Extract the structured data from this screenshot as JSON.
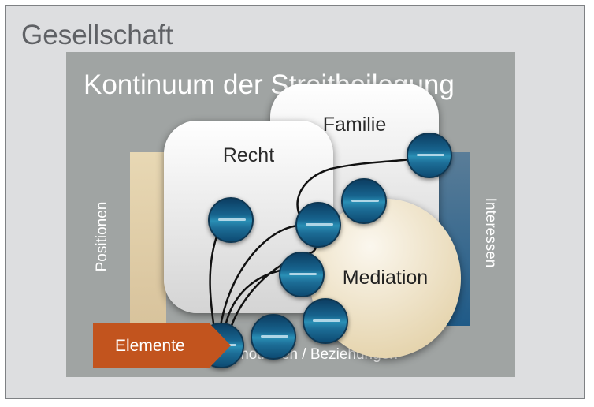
{
  "outer": {
    "title": "Gesellschaft"
  },
  "continuum": {
    "title": "Kontinuum der Streitbeilegung"
  },
  "axes": {
    "left": "Positionen",
    "right": "Interessen",
    "bottom": "Emotionen / Beziehungen"
  },
  "boxes": {
    "familie": "Familie",
    "recht": "Recht",
    "mediation": "Mediation"
  },
  "elements_label": "Elemente",
  "colors": {
    "outer_bg": "#dddee0",
    "continuum_bg": "#a0a4a3",
    "positions_bar": "#e2d1ab",
    "interests_bar": "#2f6690",
    "elements_arrow": "#c2541e"
  },
  "node_icon": "ocean-photo-circle"
}
